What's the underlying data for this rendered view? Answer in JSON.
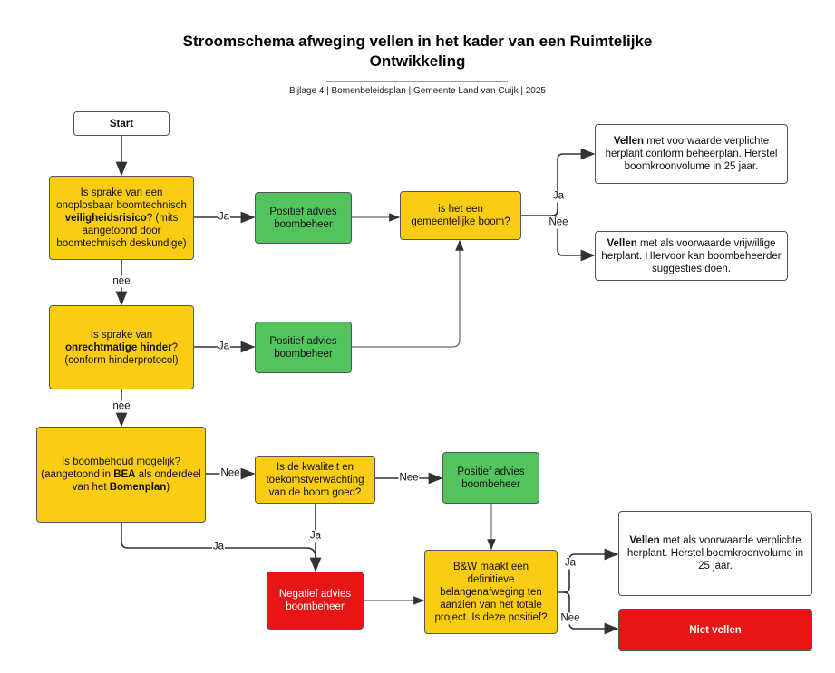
{
  "title": {
    "line1": "Stroomschema afweging vellen in het kader van een Ruimtelijke",
    "line2": "Ontwikkeling"
  },
  "subtitle": "Bijlage 4 | Bomenbeleidsplan | Gemeente Land van Cuijk | 2025",
  "nodes": {
    "start": "Start",
    "q1": {
      "a": "Is sprake van een onoplosbaar boomtechnisch ",
      "b": "veiligheidsrisico",
      "c": "? (mits aangetoond door boomtechnisch deskundige)"
    },
    "advies1": "Positief advies boombeheer",
    "gemeente": "is het een gemeentelijke boom?",
    "vellen1": {
      "b": "Vellen",
      "c": " met voorwaarde verplichte herplant conform beheerplan. Herstel boomkroonvolume in 25 jaar."
    },
    "vellen2": {
      "b": "Vellen",
      "c": " met als voorwaarde vrijwillige herplant. HIervoor kan boombeheerder suggesties doen."
    },
    "q2": {
      "a": "Is sprake van ",
      "b": "onrechtmatige hinder",
      "c": "? (conform hinderprotocol)"
    },
    "advies2": "Positief advies boombeheer",
    "q3": {
      "a": "Is boombehoud mogelijk? (aangetoond in ",
      "b": "BEA",
      "c": " als onderdeel van het ",
      "d": "Bomenplan",
      "e": ")"
    },
    "q4": "Is de kwaliteit en toekomstverwachting van de boom goed?",
    "advies3": "Positief advies boombeheer",
    "negatief": "Negatief advies boombeheer",
    "bw": "B&W maakt een definitieve belangenafweging ten aanzien van het totale project. Is deze positief?",
    "vellen3": {
      "b": "Vellen",
      "c": " met als voorwaarde verplichte herplant. Herstel boomkroonvolume in 25 jaar."
    },
    "niet_vellen": "Niet vellen"
  },
  "edge_labels": {
    "q1_ja": "Ja",
    "gem_ja": "Ja",
    "gem_nee": "Nee",
    "q1_nee": "nee",
    "q2_ja": "Ja",
    "q2_nee": "nee",
    "q3_nee": "Nee",
    "q4_nee": "Nee",
    "q4_ja": "Ja",
    "q3_ja": "Ja",
    "bw_ja": "Ja",
    "bw_nee": "Nee"
  },
  "colors": {
    "decision": "#fbcc14",
    "positive": "#53c45d",
    "negative": "#e81516",
    "outcome": "#ffffff"
  }
}
